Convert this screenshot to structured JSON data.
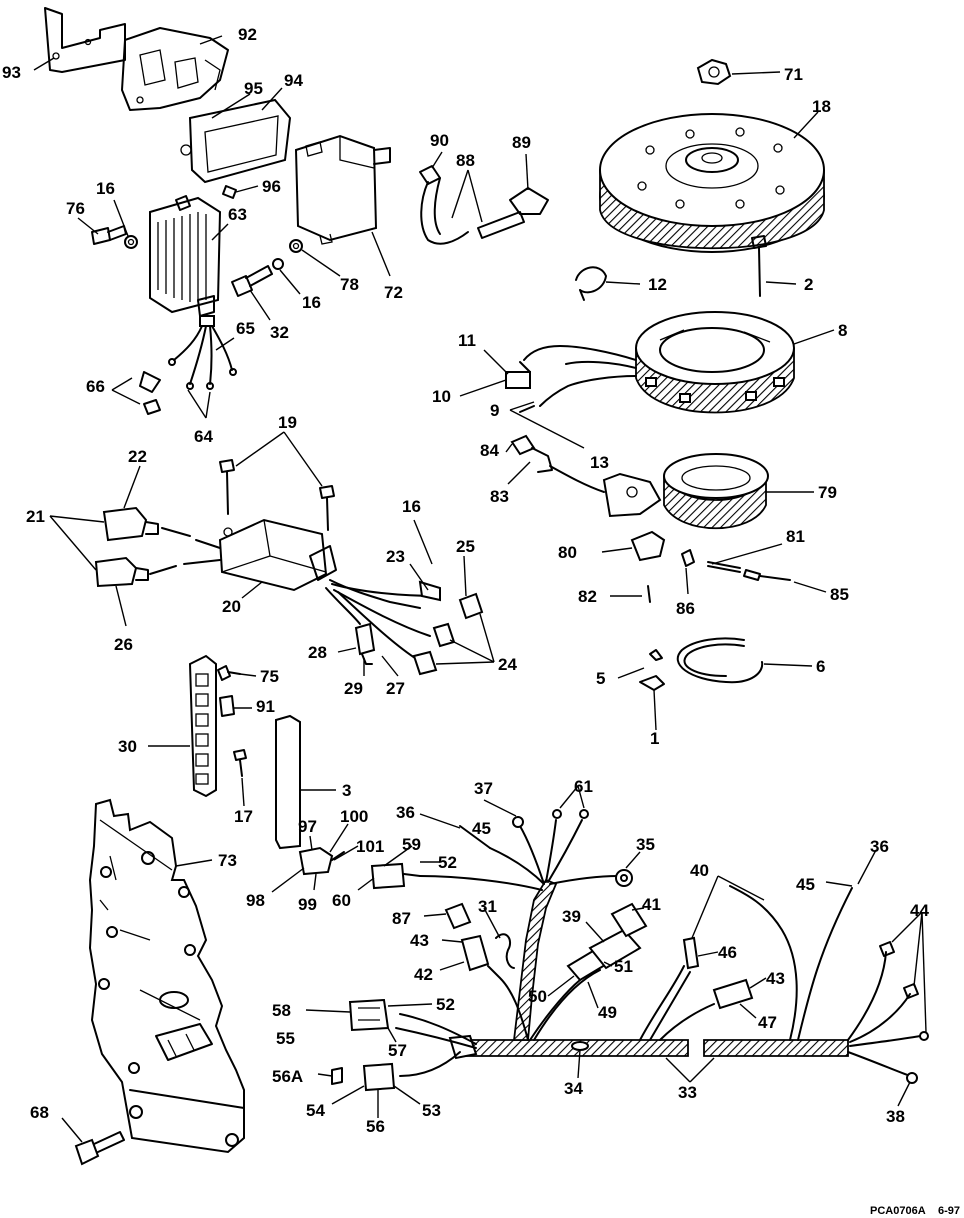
{
  "diagram": {
    "callouts": {
      "c93": "93",
      "c92": "92",
      "c94": "94",
      "c95": "95",
      "c96": "96",
      "c63": "63",
      "c16a": "16",
      "c76": "76",
      "c16b": "16",
      "c32": "32",
      "c78": "78",
      "c72": "72",
      "c90": "90",
      "c88": "88",
      "c89": "89",
      "c71": "71",
      "c18": "18",
      "c12": "12",
      "c2": "2",
      "c8": "8",
      "c11": "11",
      "c10": "10",
      "c9": "9",
      "c13": "13",
      "c65": "65",
      "c66": "66",
      "c64": "64",
      "c19": "19",
      "c22": "22",
      "c21": "21",
      "c20": "20",
      "c26": "26",
      "c16c": "16",
      "c23": "23",
      "c25": "25",
      "c84": "84",
      "c83": "83",
      "c79": "79",
      "c80": "80",
      "c81": "81",
      "c82": "82",
      "c86": "86",
      "c85": "85",
      "c28": "28",
      "c29": "29",
      "c27": "27",
      "c24": "24",
      "c5": "5",
      "c6": "6",
      "c1": "1",
      "c75": "75",
      "c91": "91",
      "c30": "30",
      "c17": "17",
      "c3": "3",
      "c73": "73",
      "c97": "97",
      "c100": "100",
      "c101": "101",
      "c98": "98",
      "c99": "99",
      "c36a": "36",
      "c45a": "45",
      "c37": "37",
      "c61": "61",
      "c35": "35",
      "c59": "59",
      "c52a": "52",
      "c60": "60",
      "c87": "87",
      "c31": "31",
      "c43a": "43",
      "c42": "42",
      "c39": "39",
      "c41": "41",
      "c51": "51",
      "c50": "50",
      "c49": "49",
      "c40": "40",
      "c36b": "36",
      "c45b": "45",
      "c44": "44",
      "c46": "46",
      "c43b": "43",
      "c47": "47",
      "c58": "58",
      "c55": "55",
      "c52b": "52",
      "c57": "57",
      "c56A": "56A",
      "c54": "54",
      "c56": "56",
      "c53": "53",
      "c34": "34",
      "c33": "33",
      "c38": "38",
      "c68": "68"
    },
    "footer": {
      "code": "PCA0706A",
      "date": "6-97"
    }
  }
}
